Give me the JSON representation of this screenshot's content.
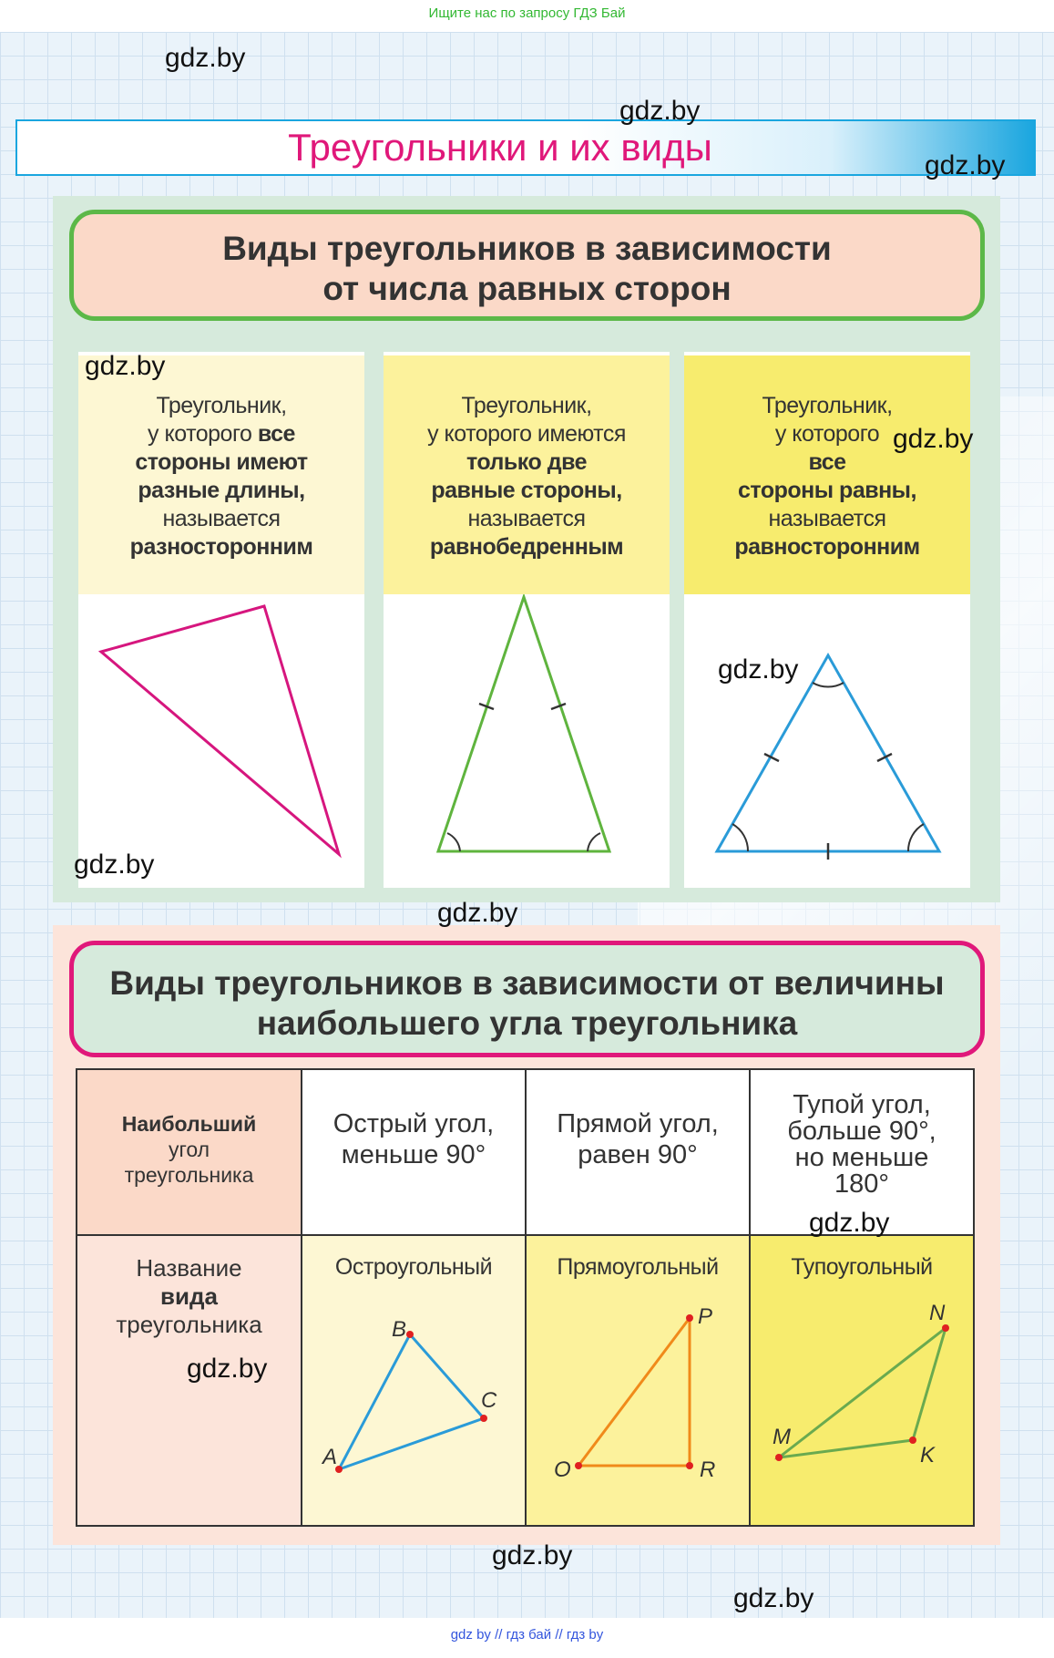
{
  "banner": "Ищите нас по запросу ГДЗ Бай",
  "title": "Треугольники и их виды",
  "section1": {
    "heading_line1": "Виды треугольников в зависимости",
    "heading_line2": "от числа равных сторон",
    "cards": [
      {
        "lines": [
          "Треугольник,",
          "у которого",
          "все",
          "стороны имеют",
          "разные длины,",
          "называется",
          "разносторонним"
        ],
        "color": "#fdf7d3",
        "triangle_color": "#d6167e"
      },
      {
        "lines": [
          "Треугольник,",
          "у которого имеются",
          "только две",
          "равные стороны,",
          "называется",
          "равнобедренным"
        ],
        "color": "#fcf29c",
        "triangle_color": "#5fb43e"
      },
      {
        "lines": [
          "Треугольник,",
          "у которого",
          "все",
          "стороны равны,",
          "называется",
          "равносторонним"
        ],
        "color": "#f7ec6e",
        "triangle_color": "#2a9bd8"
      }
    ]
  },
  "section2": {
    "heading_line1": "Виды треугольников в зависимости от величины",
    "heading_line2": "наибольшего угла треугольника",
    "row1": {
      "label_line1": "Наибольший",
      "label_line2": "угол",
      "label_line3": "треугольника",
      "acute_line1": "Острый угол,",
      "acute_line2": "меньше 90°",
      "right_line1": "Прямой угол,",
      "right_line2": "равен 90°",
      "obtuse_line1": "Тупой угол,",
      "obtuse_line2": "больше 90°,",
      "obtuse_line3": "но меньше",
      "obtuse_line4": "180°"
    },
    "row2": {
      "label_line1": "Название",
      "label_line2": "вида",
      "label_line3": "треугольника",
      "acute_name": "Остроугольный",
      "right_name": "Прямоугольный",
      "obtuse_name": "Тупоугольный"
    },
    "points": {
      "acute": [
        "A",
        "B",
        "C"
      ],
      "right": [
        "O",
        "P",
        "R"
      ],
      "obtuse": [
        "M",
        "N",
        "K"
      ]
    }
  },
  "watermark": "gdz.by",
  "bottom_links": "gdz by  //  гдз бай  //  гдз by",
  "colors": {
    "title": "#e0187a",
    "green_border": "#5cb848",
    "pink_border": "#e0187a",
    "panel_green": "#d6eadc",
    "panel_pink": "#fce4da",
    "acute_triangle": "#2a9bd8",
    "right_triangle": "#f08a1a",
    "obtuse_triangle": "#6aaa4f",
    "point": "#e02020"
  }
}
